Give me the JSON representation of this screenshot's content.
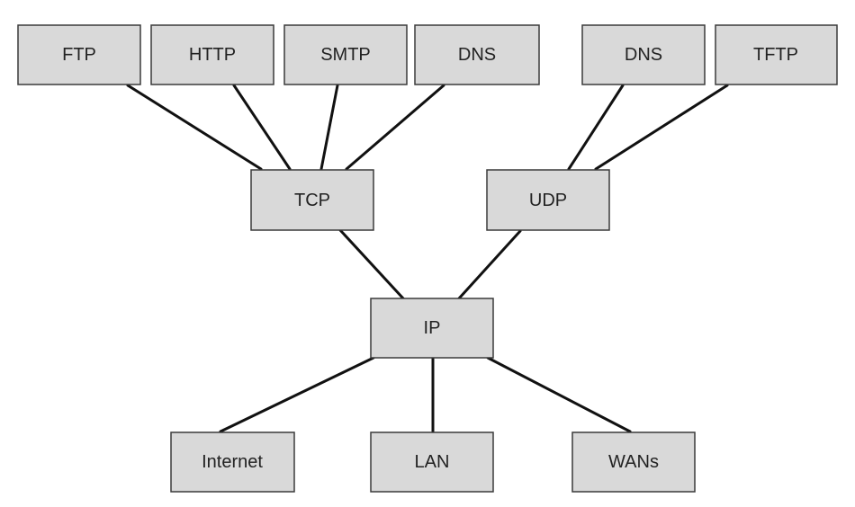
{
  "colors": {
    "box_fill": "#d9d9d9",
    "box_stroke": "#3a3a3a",
    "line": "#111111",
    "background": "#ffffff"
  },
  "nodes": {
    "ftp": "FTP",
    "http": "HTTP",
    "smtp": "SMTP",
    "dns_tcp": "DNS",
    "dns_udp": "DNS",
    "tftp": "TFTP",
    "tcp": "TCP",
    "udp": "UDP",
    "ip": "IP",
    "internet": "Internet",
    "lan": "LAN",
    "wans": "WANs"
  },
  "edges": [
    [
      "ftp",
      "tcp"
    ],
    [
      "http",
      "tcp"
    ],
    [
      "smtp",
      "tcp"
    ],
    [
      "dns_tcp",
      "tcp"
    ],
    [
      "dns_udp",
      "udp"
    ],
    [
      "tftp",
      "udp"
    ],
    [
      "tcp",
      "ip"
    ],
    [
      "udp",
      "ip"
    ],
    [
      "ip",
      "internet"
    ],
    [
      "ip",
      "lan"
    ],
    [
      "ip",
      "wans"
    ]
  ]
}
